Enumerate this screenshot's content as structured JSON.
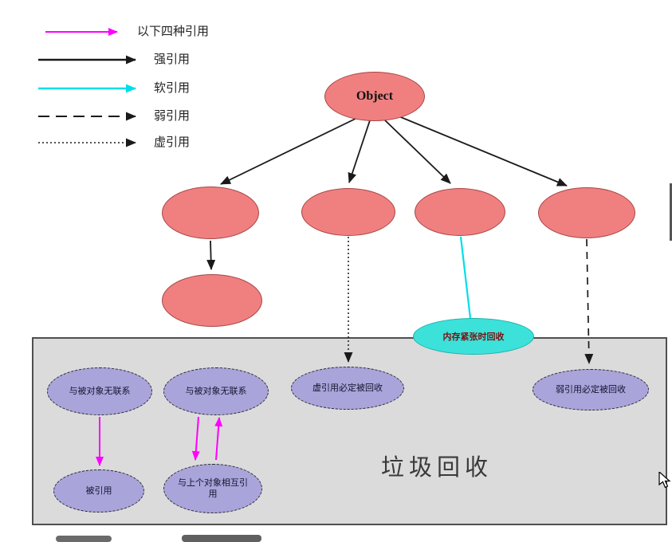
{
  "legend": {
    "items": [
      {
        "label": "以下四种引用",
        "color": "#ff00ff"
      },
      {
        "label": "强引用",
        "color": "#1a1a1a"
      },
      {
        "label": "软引用",
        "color": "#00dfe8"
      },
      {
        "label": "弱引用",
        "color": "#1a1a1a"
      },
      {
        "label": "虚引用",
        "color": "#1a1a1a"
      }
    ]
  },
  "diagram": {
    "root_label": "Object",
    "soft_collect_label": "内存紧张时回收",
    "phantom_collect_label": "虚引用必定被回收",
    "weak_collect_label": "弱引用必定被回收",
    "unrelated_label_1": "与被对象无联系",
    "unrelated_label_2": "与被对象无联系",
    "referenced_label": "被引用",
    "mutual_ref_label": "与上个对象相互引用",
    "gc_box_title": "垃圾回收"
  },
  "colors": {
    "strong_node_fill": "#f08080",
    "strong_node_border": "#a94444",
    "soft_node_fill": "#3ce2da",
    "collected_node_fill": "#a9a4da",
    "gc_box_fill": "#dbdbdb",
    "reference_highlight": "#ff00ff",
    "soft_reference": "#00dfe8"
  }
}
